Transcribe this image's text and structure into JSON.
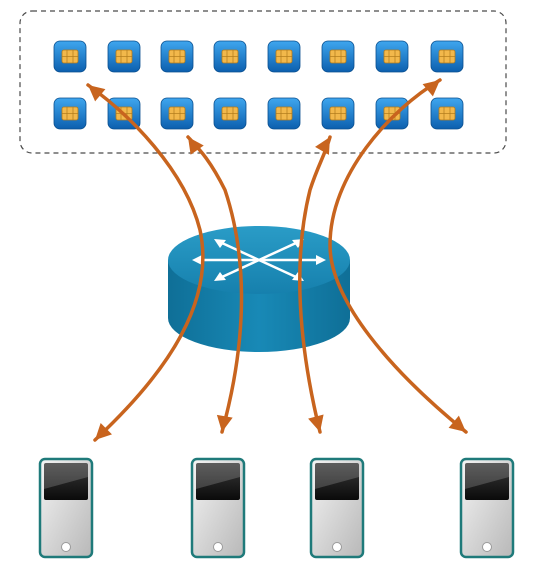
{
  "diagram": {
    "sim_pool": {
      "rows": 2,
      "cols": 8,
      "border_style": "dashed"
    },
    "router": {
      "icon": "router-icon",
      "color": "#1b7fa8"
    },
    "devices": [
      {
        "icon": "mobile-phone-icon"
      },
      {
        "icon": "mobile-phone-icon"
      },
      {
        "icon": "mobile-phone-icon"
      },
      {
        "icon": "mobile-phone-icon"
      }
    ],
    "arrows": {
      "color": "#c8641e",
      "count": 8
    },
    "sim_card_icon": "sim-card-icon",
    "colors": {
      "sim_bg": "#1677c8",
      "sim_chip": "#f2b84b",
      "phone_frame": "#1f7a7a"
    }
  }
}
